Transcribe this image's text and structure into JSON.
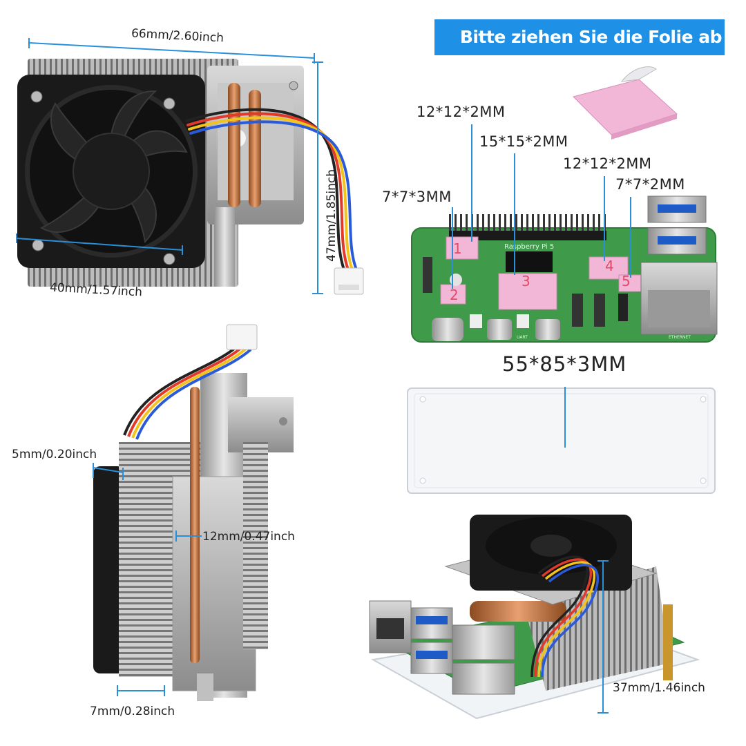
{
  "banner": {
    "text": "Bitte ziehen Sie die Folie ab"
  },
  "dimensions": {
    "fan_width": "66mm/2.60inch",
    "fan_inner": "40mm/1.57inch",
    "fan_height": "47mm/1.85inch",
    "fin_gap": "5mm/0.20inch",
    "side_depth": "12mm/0.47inch",
    "base_depth": "7mm/0.28inch",
    "assembled_height": "37mm/1.46inch"
  },
  "thermal_pads": {
    "pad1": "12*12*2MM",
    "pad3": "15*15*2MM",
    "pad4": "12*12*2MM",
    "pad2": "7*7*3MM",
    "pad5": "7*7*2MM"
  },
  "pad_numbers": [
    "1",
    "2",
    "3",
    "4",
    "5"
  ],
  "board": {
    "brand": "Raspberry Pi 5",
    "port_label_uart": "UART",
    "port_label_ethernet": "ETHERNET"
  },
  "acrylic": {
    "size": "55*85*3MM"
  },
  "colors": {
    "banner": "#1e90e6",
    "measure_line": "#2a8fd9",
    "pcb_green": "#3f9a4a",
    "thermal_pad": "#f2b6d6",
    "copper": "#c97a45",
    "fan_black": "#1a1a1a"
  }
}
